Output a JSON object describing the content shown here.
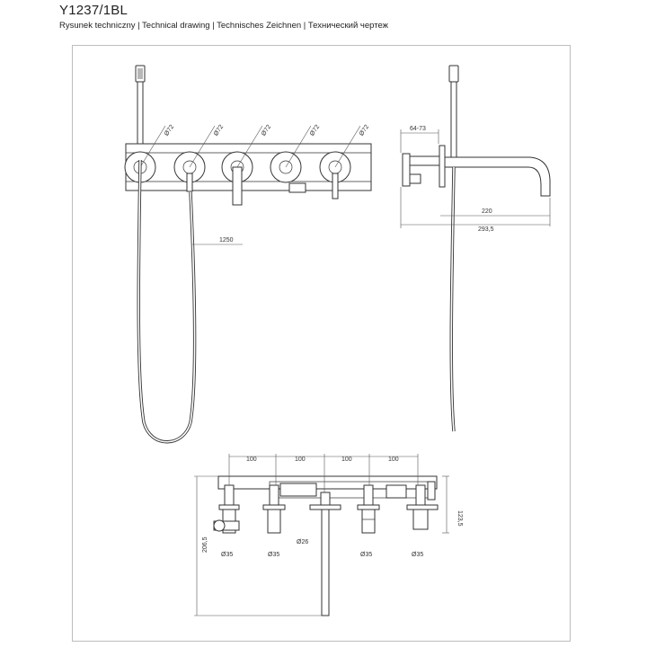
{
  "header": {
    "model": "Y1237/1BL",
    "subtitle": "Rysunek techniczny | Technical drawing | Technisches Zeichnen | Технический чертеж"
  },
  "front_view": {
    "diameter_labels": [
      "Ø72",
      "Ø72",
      "Ø72",
      "Ø72",
      "Ø72"
    ],
    "hose_length": "1250"
  },
  "side_view": {
    "depth_range": "64-73",
    "spout_reach": "220",
    "total_depth": "293,5"
  },
  "top_view": {
    "spacings": [
      "100",
      "100",
      "100",
      "100"
    ],
    "body_height": "123,5",
    "total_height": "206,5",
    "diameters": [
      "Ø35",
      "Ø35",
      "Ø26",
      "Ø35",
      "Ø35"
    ]
  }
}
